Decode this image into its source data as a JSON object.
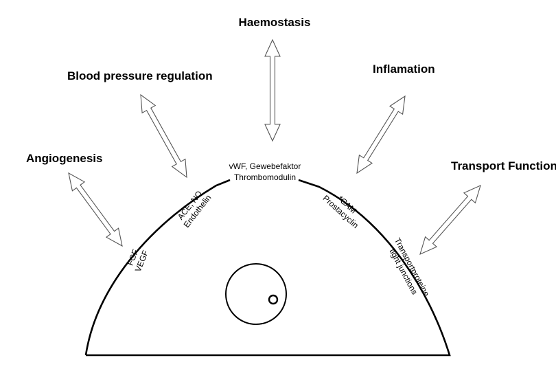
{
  "functions": {
    "haemostasis": "Haemostasis",
    "blood_pressure": "Blood pressure regulation",
    "inflammation": "Inflamation",
    "angiogenesis": "Angiogenesis",
    "transport": "Transport Function"
  },
  "molecules": {
    "top_line1": "vWF, Gewebefaktor",
    "top_line2": "Thrombomodulin",
    "bp_line1": "ACE, NO",
    "bp_line2": "Endothelin",
    "angio_line1": "FGF",
    "angio_line2": "VEGF",
    "infl_line1": "*CAM",
    "infl_line2": "Prostacyclin",
    "transport_line1": "Transportproteine",
    "transport_line2": "tight junctions"
  },
  "colors": {
    "outline": "#000000",
    "arrow_stroke": "#555555",
    "background": "#ffffff"
  }
}
